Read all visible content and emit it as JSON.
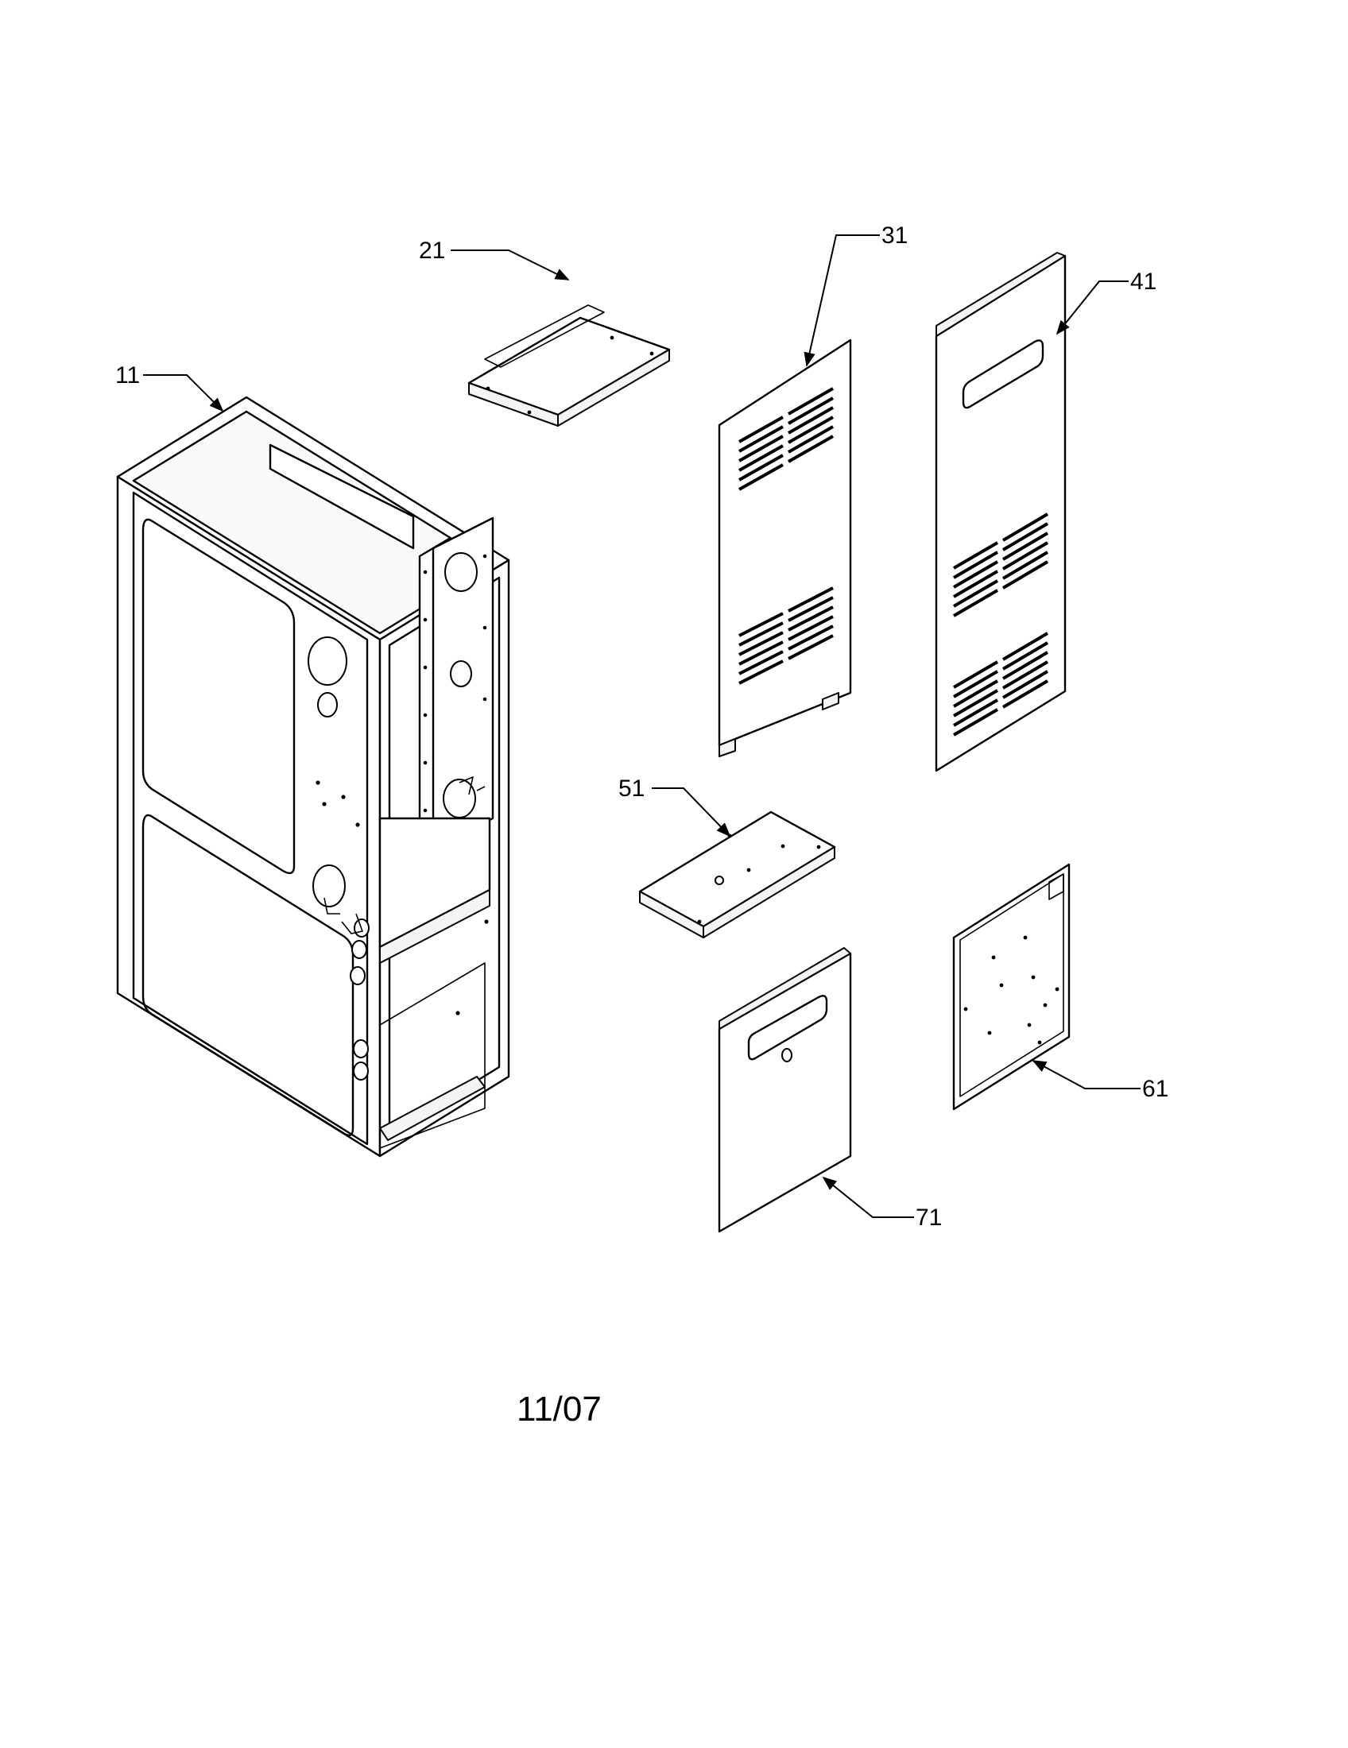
{
  "parts": [
    {
      "id": "cabinet",
      "label": "11"
    },
    {
      "id": "top-panel",
      "label": "21"
    },
    {
      "id": "upper-door",
      "label": "31"
    },
    {
      "id": "louvered-door",
      "label": "41"
    },
    {
      "id": "divider-plate",
      "label": "51"
    },
    {
      "id": "side-panel",
      "label": "61"
    },
    {
      "id": "lower-door",
      "label": "71"
    }
  ],
  "date_code": "11/07"
}
